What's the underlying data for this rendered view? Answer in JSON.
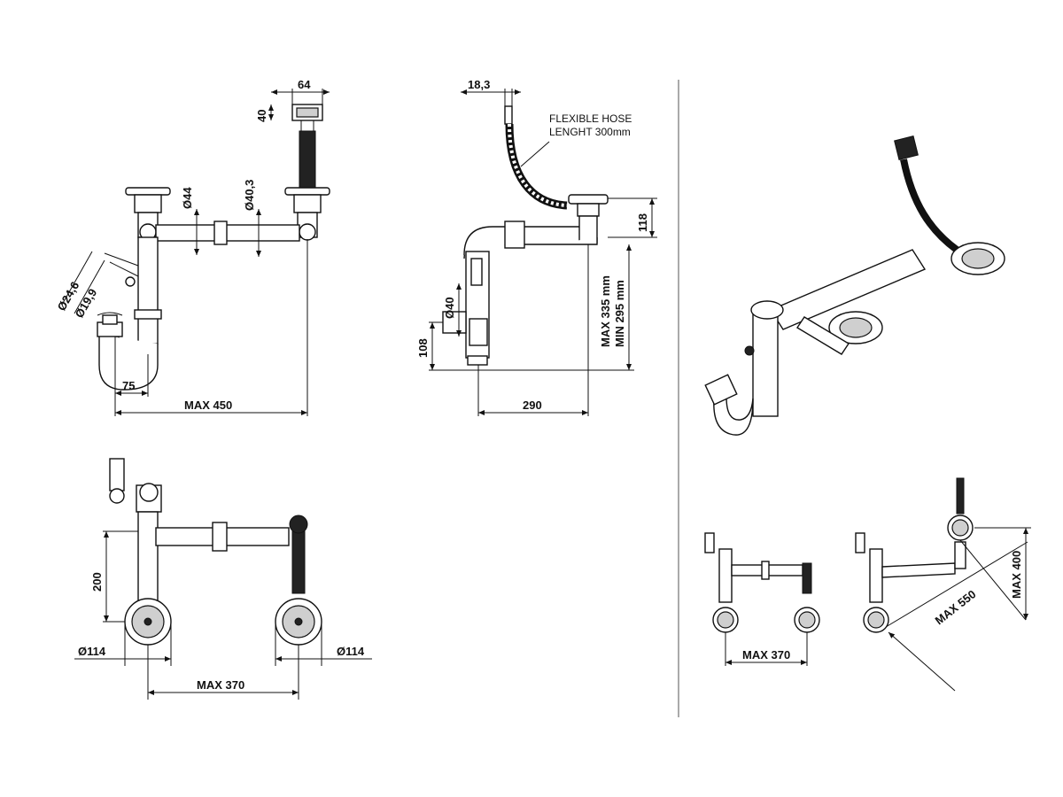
{
  "views": {
    "front": {
      "top_width": "64",
      "top_height": "40",
      "pipe_dia_1": "Ø44",
      "pipe_dia_2": "Ø40,3",
      "hose_dia_1": "Ø24,6",
      "hose_dia_2": "Ø19,9",
      "offset": "75",
      "max_width": "MAX 450"
    },
    "side": {
      "hose_end": "18,3",
      "hose_note_line1": "FLEXIBLE HOSE",
      "hose_note_line2": "LENGHT 300mm",
      "drop_height": "118",
      "outlet_dia": "Ø40",
      "outlet_height": "108",
      "max_height": "MAX 335 mm",
      "min_height": "MIN 295 mm",
      "depth": "290"
    },
    "top": {
      "depth": "200",
      "basket_dia_left": "Ø114",
      "basket_dia_right": "Ø114",
      "spacing": "MAX 370"
    },
    "small_plan_a": {
      "spacing": "MAX 370"
    },
    "small_plan_b": {
      "diagonal": "MAX 550",
      "vertical": "MAX 400"
    }
  }
}
